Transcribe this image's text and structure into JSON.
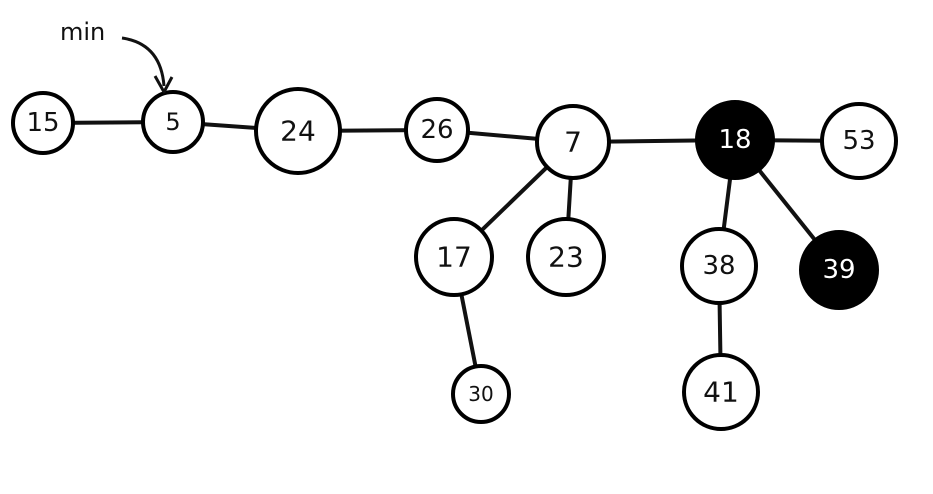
{
  "pointer_label": "min",
  "nodes": [
    {
      "id": "n15",
      "label": "15",
      "marked": false
    },
    {
      "id": "n5",
      "label": "5",
      "marked": false
    },
    {
      "id": "n24",
      "label": "24",
      "marked": false
    },
    {
      "id": "n26",
      "label": "26",
      "marked": false
    },
    {
      "id": "n7",
      "label": "7",
      "marked": false
    },
    {
      "id": "n18",
      "label": "18",
      "marked": true
    },
    {
      "id": "n53",
      "label": "53",
      "marked": false
    },
    {
      "id": "n17",
      "label": "17",
      "marked": false
    },
    {
      "id": "n23",
      "label": "23",
      "marked": false
    },
    {
      "id": "n30",
      "label": "30",
      "marked": false
    },
    {
      "id": "n38",
      "label": "38",
      "marked": false
    },
    {
      "id": "n39",
      "label": "39",
      "marked": true
    },
    {
      "id": "n41",
      "label": "41",
      "marked": false
    }
  ],
  "edges": [
    [
      "n15",
      "n5"
    ],
    [
      "n5",
      "n24"
    ],
    [
      "n24",
      "n26"
    ],
    [
      "n26",
      "n7"
    ],
    [
      "n7",
      "n18"
    ],
    [
      "n18",
      "n53"
    ],
    [
      "n7",
      "n17"
    ],
    [
      "n7",
      "n23"
    ],
    [
      "n17",
      "n30"
    ],
    [
      "n18",
      "n38"
    ],
    [
      "n18",
      "n39"
    ],
    [
      "n38",
      "n41"
    ]
  ]
}
